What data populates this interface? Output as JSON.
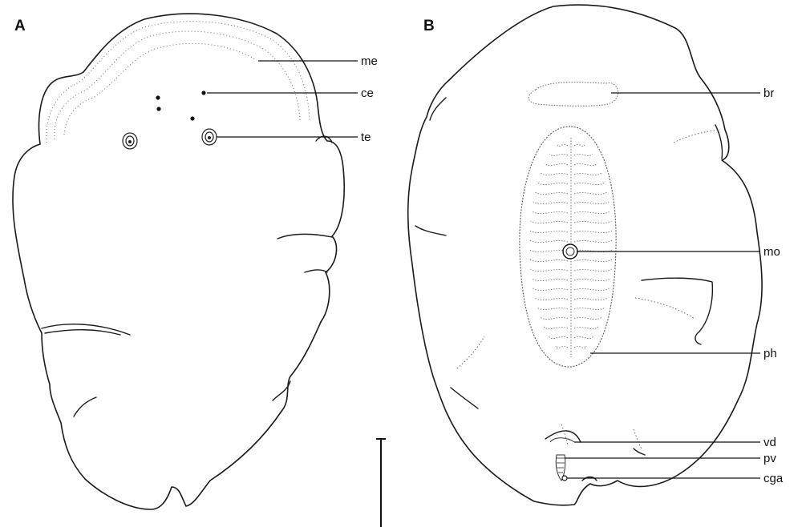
{
  "panels": {
    "a": {
      "letter": "A"
    },
    "b": {
      "letter": "B"
    }
  },
  "labels": {
    "me": "me",
    "ce": "ce",
    "te": "te",
    "br": "br",
    "mo": "mo",
    "ph": "ph",
    "vd": "vd",
    "pv": "pv",
    "cga": "cga"
  }
}
